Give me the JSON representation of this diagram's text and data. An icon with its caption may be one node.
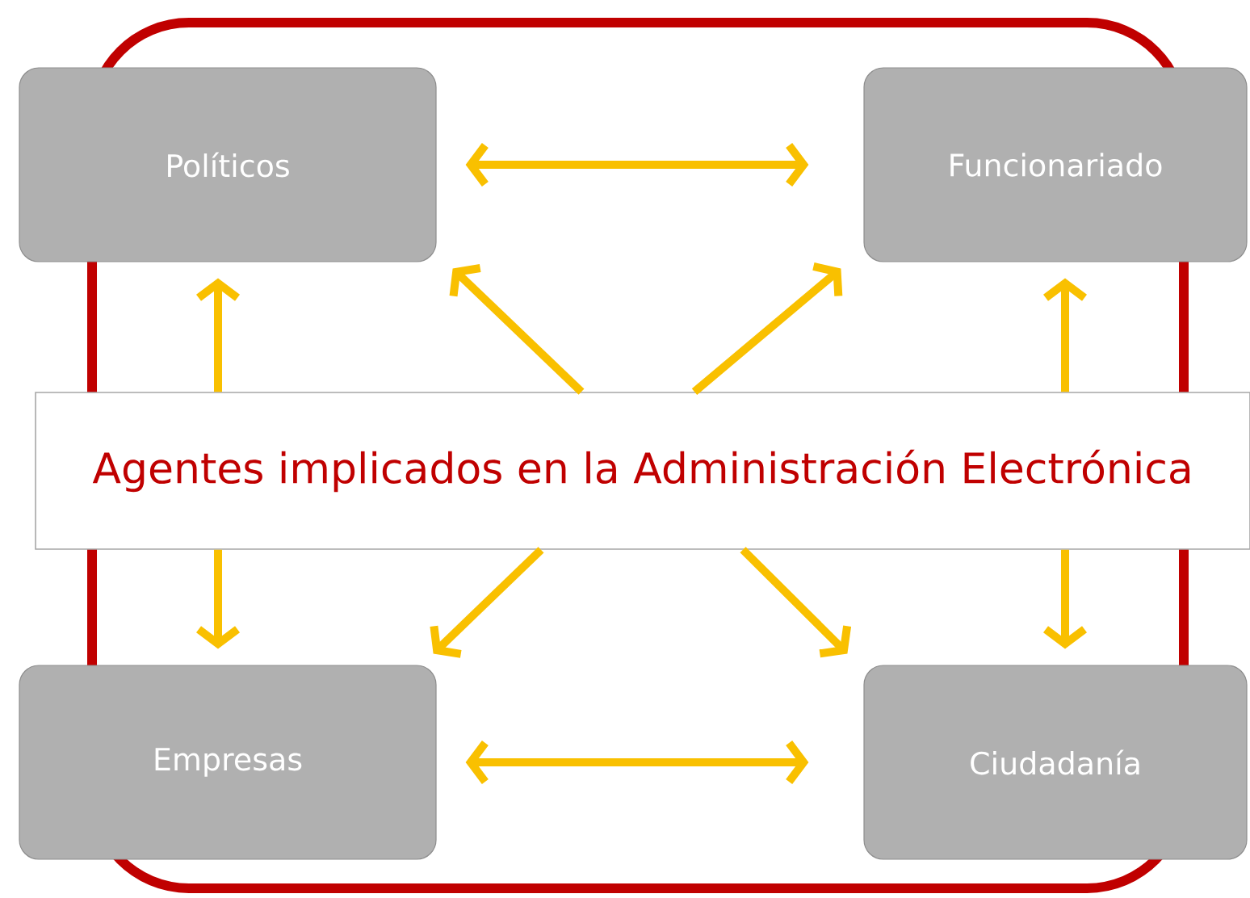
{
  "diagram": {
    "nodes": [
      {
        "text": [
          "Políticos"
        ]
      },
      {
        "text": [
          "Funcionariado"
        ]
      },
      {
        "text": [
          "Agentes implicados en la Administración Electrónica"
        ]
      },
      {
        "text": [
          "Empresas"
        ]
      },
      {
        "text": [
          "Ciudadanía"
        ]
      }
    ],
    "edges": [
      {
        "from": 0,
        "to": 1,
        "arrow": "both"
      },
      {
        "from": 2,
        "to": 0,
        "arrow": "to"
      },
      {
        "from": 2,
        "to": 0,
        "arrow": "to"
      },
      {
        "from": 2,
        "to": 1,
        "arrow": "to"
      },
      {
        "from": 2,
        "to": 1,
        "arrow": "to"
      },
      {
        "from": 2,
        "to": 3,
        "arrow": "to"
      },
      {
        "from": 2,
        "to": 3,
        "arrow": "to"
      },
      {
        "from": 2,
        "to": 4,
        "arrow": "to"
      },
      {
        "from": 2,
        "to": 4,
        "arrow": "to"
      },
      {
        "from": 3,
        "to": 4,
        "arrow": "both"
      }
    ]
  }
}
